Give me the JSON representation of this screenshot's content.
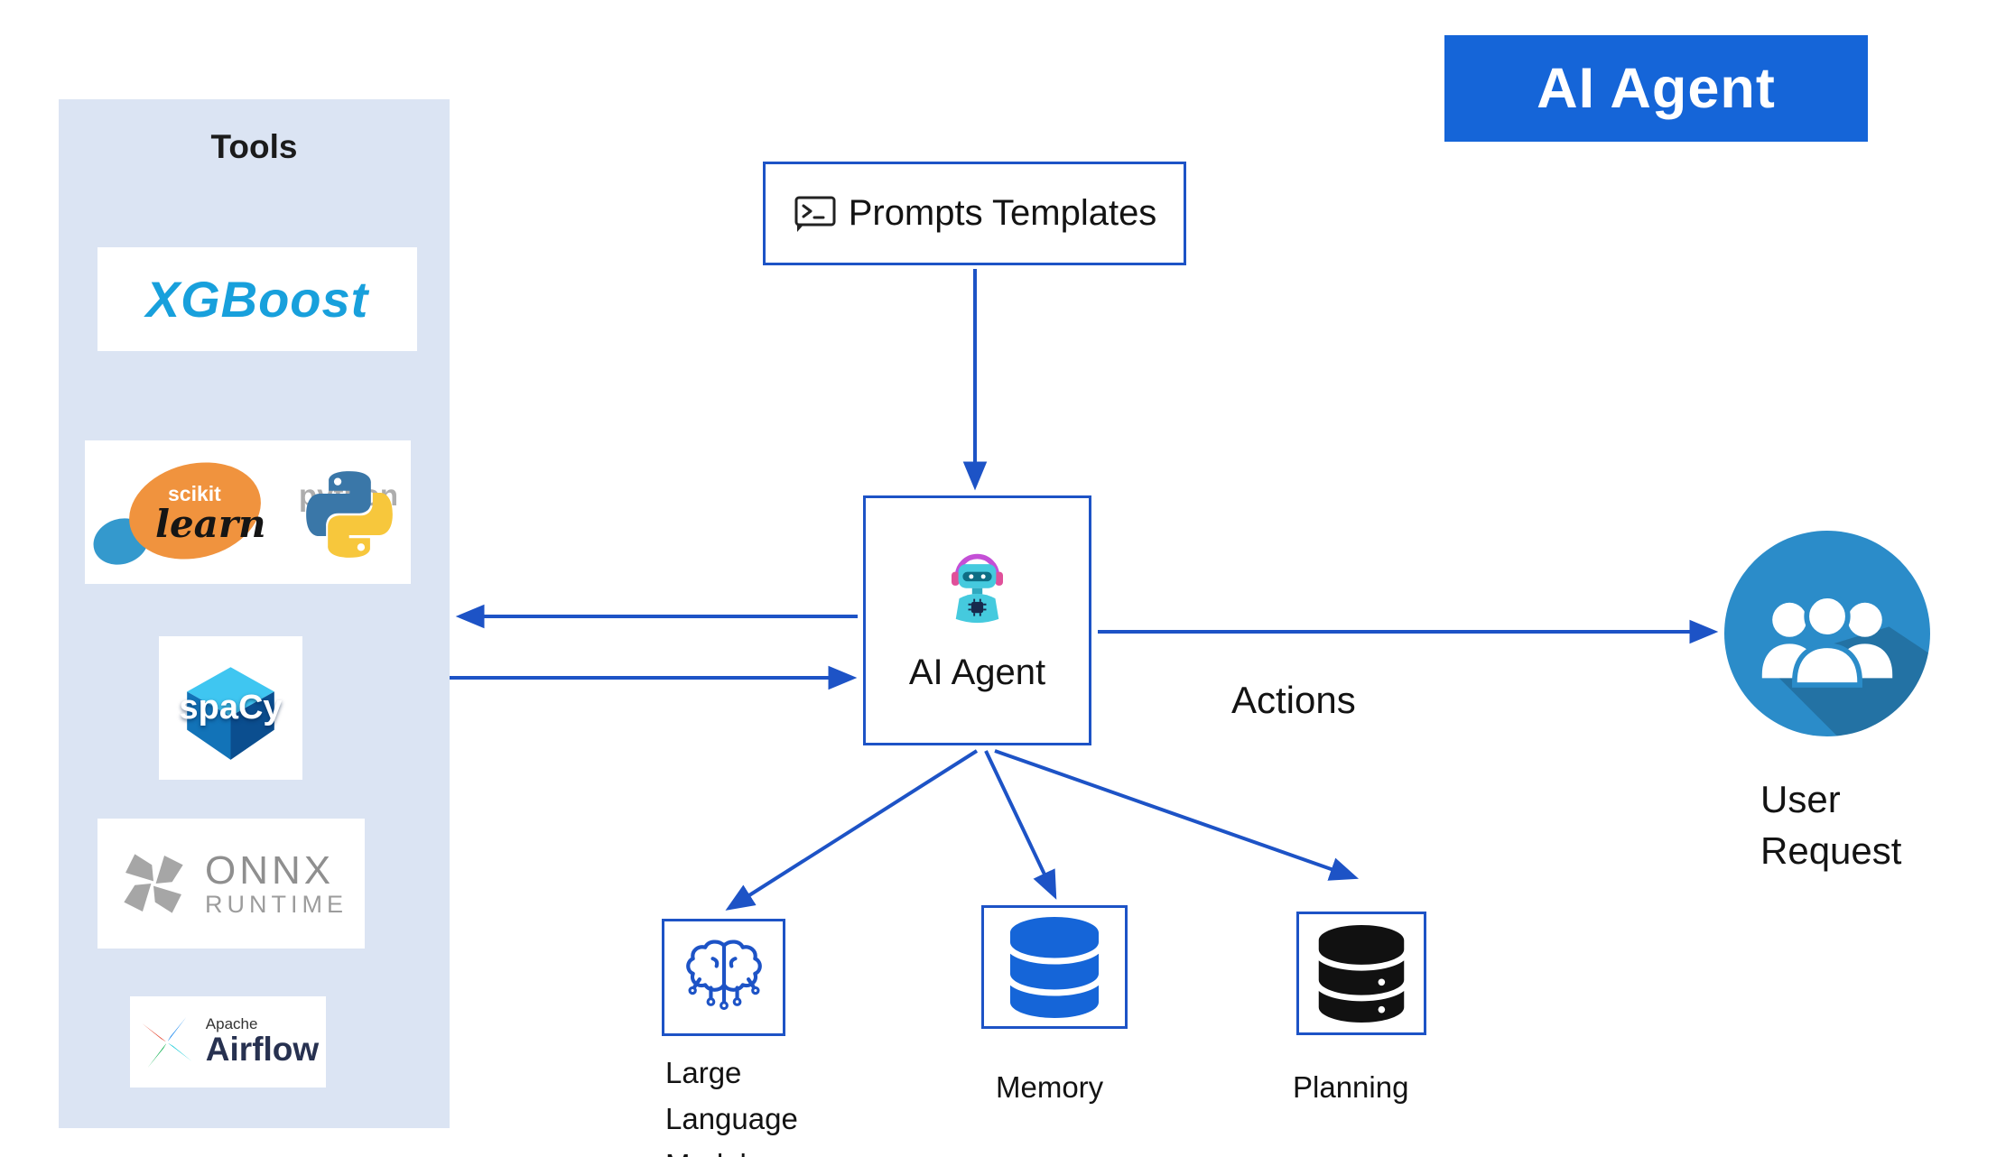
{
  "banner": {
    "label": "AI Agent"
  },
  "tools": {
    "title": "Tools",
    "xgboost": {
      "label": "XGBoost"
    },
    "sklearn": {
      "scikit": "scikit",
      "learn": "learn",
      "python": "python"
    },
    "spacy": {
      "label": "spaCy"
    },
    "onnx": {
      "line1": "ONNX",
      "line2": "RUNTIME"
    },
    "airflow": {
      "line1": "Apache",
      "line2": "Airflow"
    }
  },
  "flow": {
    "prompts": {
      "label": "Prompts Templates"
    },
    "agent": {
      "label": "AI Agent"
    },
    "actions_label": "Actions",
    "user": {
      "line1": "User",
      "line2": "Request"
    },
    "llm": {
      "label": "Large Language Models"
    },
    "memory": {
      "label": "Memory"
    },
    "planning": {
      "label": "Planning"
    }
  },
  "icons": {
    "prompt_terminal": "terminal-prompt-icon",
    "agent_robot": "robot-icon",
    "user_group": "people-group-icon",
    "llm_brain": "brain-circuit-icon",
    "memory_db": "database-icon",
    "planning_db": "database-icon"
  },
  "colors": {
    "accent_blue": "#1d53c6",
    "banner_blue": "#1565d8",
    "panel_blue": "#dbe4f3",
    "xgboost_blue": "#18a0dc",
    "memory_db_blue": "#1565d8",
    "planning_db_black": "#111111",
    "user_circle_blue": "#2b8cc9"
  }
}
